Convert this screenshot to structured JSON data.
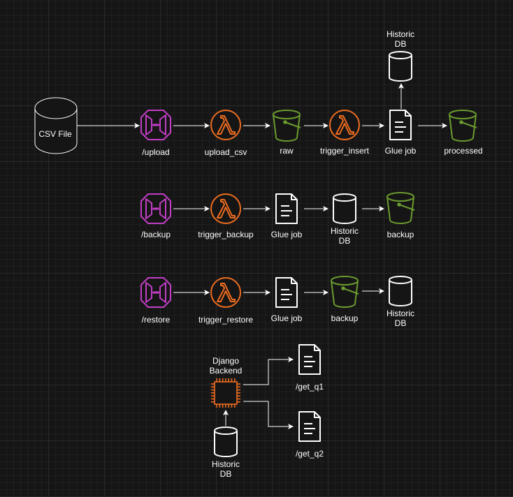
{
  "colors": {
    "api": "#c13ec5",
    "lambda": "#ee6d20",
    "bucket": "#6b9b2e",
    "neutral": "#ffffff",
    "compute": "#ee6d20"
  },
  "nodes": {
    "csv_file": {
      "label": "CSV File",
      "icon": "cylinder-icon"
    },
    "upload_api": {
      "label": "/upload",
      "icon": "api-gateway-icon"
    },
    "upload_csv_fn": {
      "label": "upload_csv",
      "icon": "lambda-icon"
    },
    "raw_bucket": {
      "label": "raw",
      "icon": "bucket-icon"
    },
    "trigger_insert_fn": {
      "label": "trigger_insert",
      "icon": "lambda-icon"
    },
    "glue_job_1": {
      "label": "Glue job",
      "icon": "document-icon"
    },
    "historic_db_top": {
      "label": "Historic\nDB",
      "icon": "database-icon"
    },
    "processed_bucket": {
      "label": "processed",
      "icon": "bucket-icon"
    },
    "backup_api": {
      "label": "/backup",
      "icon": "api-gateway-icon"
    },
    "trigger_backup_fn": {
      "label": "trigger_backup",
      "icon": "lambda-icon"
    },
    "glue_job_2": {
      "label": "Glue job",
      "icon": "document-icon"
    },
    "historic_db_2": {
      "label": "Historic\nDB",
      "icon": "database-icon"
    },
    "backup_bucket_1": {
      "label": "backup",
      "icon": "bucket-icon"
    },
    "restore_api": {
      "label": "/restore",
      "icon": "api-gateway-icon"
    },
    "trigger_restore_fn": {
      "label": "trigger_restore",
      "icon": "lambda-icon"
    },
    "glue_job_3": {
      "label": "Glue job",
      "icon": "document-icon"
    },
    "backup_bucket_2": {
      "label": "backup",
      "icon": "bucket-icon"
    },
    "historic_db_3": {
      "label": "Historic\nDB",
      "icon": "database-icon"
    },
    "django_backend": {
      "label": "Django\nBackend",
      "icon": "chip-icon"
    },
    "historic_db_4": {
      "label": "Historic\nDB",
      "icon": "database-icon"
    },
    "get_q1": {
      "label": "/get_q1",
      "icon": "document-icon"
    },
    "get_q2": {
      "label": "/get_q2",
      "icon": "document-icon"
    }
  }
}
